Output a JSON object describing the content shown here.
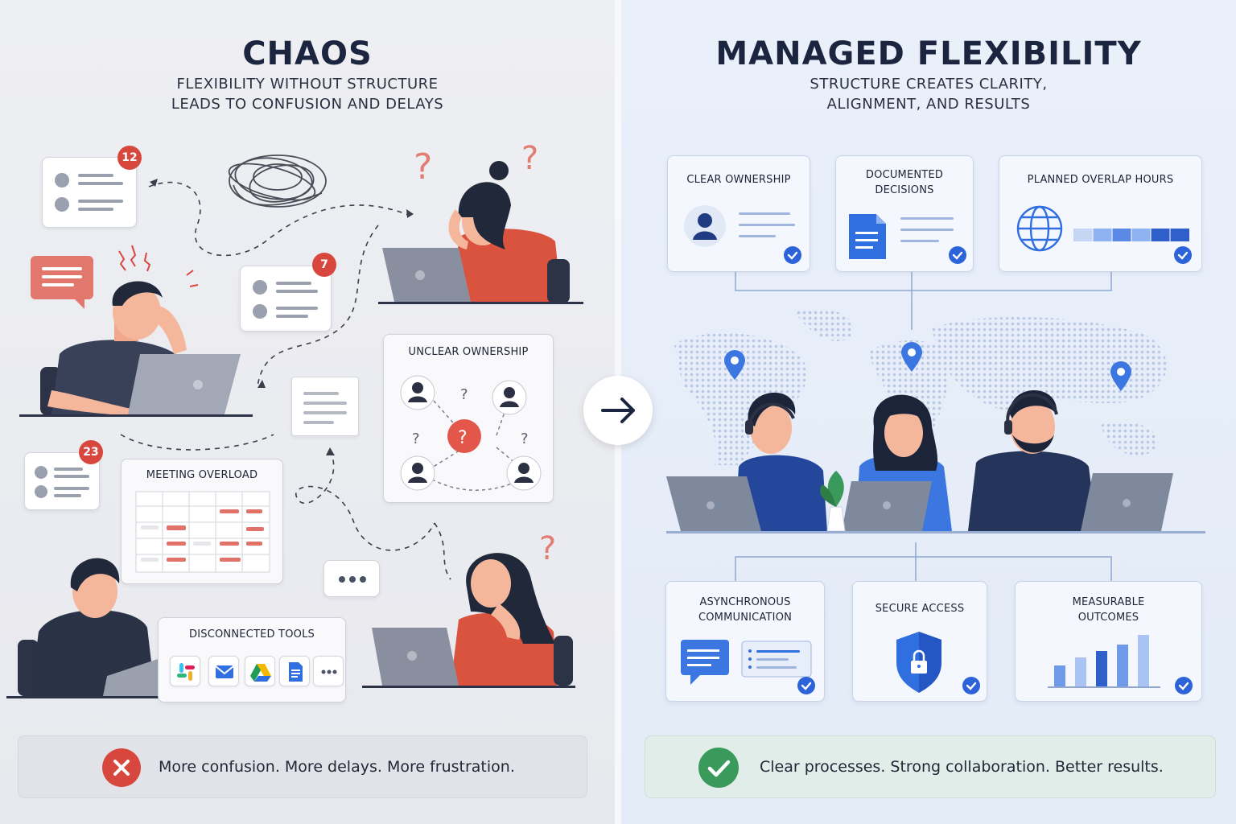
{
  "left": {
    "title": "CHAOS",
    "subtitle_line1": "FLEXIBILITY WITHOUT STRUCTURE",
    "subtitle_line2": "LEADS TO CONFUSION AND DELAYS",
    "badges": [
      "12",
      "7",
      "23"
    ],
    "unclear_ownership_label": "UNCLEAR OWNERSHIP",
    "meeting_overload_label": "MEETING OVERLOAD",
    "disconnected_tools_label": "DISCONNECTED TOOLS",
    "footer_text": "More confusion. More delays. More frustration.",
    "accent_color": "#d8473e"
  },
  "center_arrow": "arrow-right-icon",
  "right": {
    "title": "MANAGED FLEXIBILITY",
    "subtitle_line1": "STRUCTURE CREATES CLARITY,",
    "subtitle_line2": "ALIGNMENT, AND RESULTS",
    "top_cards": [
      {
        "label": "CLEAR OWNERSHIP",
        "icon": "person-icon"
      },
      {
        "label_line1": "DOCUMENTED",
        "label_line2": "DECISIONS",
        "icon": "document-icon"
      },
      {
        "label": "PLANNED OVERLAP HOURS",
        "icon": "globe-icon"
      }
    ],
    "bottom_cards": [
      {
        "label_line1": "ASYNCHRONOUS",
        "label_line2": "COMMUNICATION",
        "icon": "chat-icon"
      },
      {
        "label": "SECURE ACCESS",
        "icon": "shield-lock-icon"
      },
      {
        "label_line1": "MEASURABLE",
        "label_line2": "OUTCOMES",
        "icon": "bar-chart-icon"
      }
    ],
    "footer_text": "Clear processes. Strong collaboration. Better results.",
    "accent_color": "#2d63d8",
    "success_color": "#3a9a5b"
  }
}
